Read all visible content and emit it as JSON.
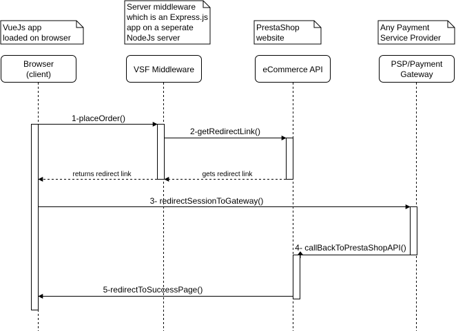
{
  "notes": [
    {
      "lines": [
        "VueJs app",
        "loaded on browser"
      ]
    },
    {
      "lines": [
        "Server middleware",
        "which is an Express.js",
        "app on a seperate",
        "NodeJs server"
      ]
    },
    {
      "lines": [
        "PrestaShop",
        "website"
      ]
    },
    {
      "lines": [
        "Any Payment",
        "Service Provider"
      ]
    }
  ],
  "participants": [
    {
      "lines": [
        "Browser",
        "(client)"
      ]
    },
    {
      "lines": [
        "VSF Middleware"
      ]
    },
    {
      "lines": [
        "eCommerce API"
      ]
    },
    {
      "lines": [
        "PSP/Payment",
        "Gateway"
      ]
    }
  ],
  "messages": [
    {
      "label": "1-placeOrder()"
    },
    {
      "label": "2-getRedirectLink()"
    },
    {
      "label": "gets redirect link"
    },
    {
      "label": "returns redirect link"
    },
    {
      "label": "3- redirectSessionToGateway()"
    },
    {
      "label": "4- callBackToPrestaShopAPI()"
    },
    {
      "label": "5-redirectToSuccessPage()"
    }
  ]
}
